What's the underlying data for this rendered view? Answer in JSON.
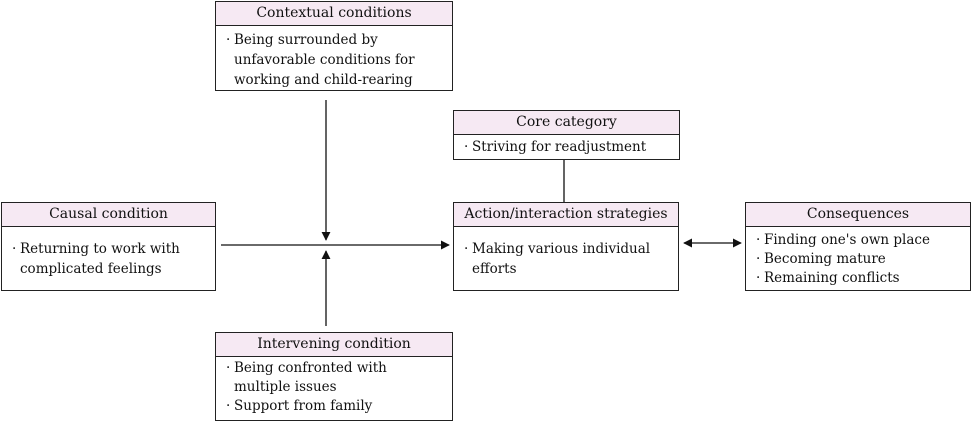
{
  "contextual": {
    "title": "Contextual  conditions",
    "items": [
      {
        "bullet": "·",
        "lines": [
          "Being surrounded by",
          "unfavorable conditions for",
          "working and child-rearing"
        ]
      }
    ]
  },
  "core": {
    "title": "Core  category",
    "items": [
      {
        "bullet": "·",
        "lines": [
          "Striving for readjustment"
        ]
      }
    ]
  },
  "causal": {
    "title": "Causal  condition",
    "items": [
      {
        "bullet": "·",
        "lines": [
          "Returning to work with",
          "complicated feelings"
        ]
      }
    ]
  },
  "action": {
    "title": "Action/interaction  strategies",
    "items": [
      {
        "bullet": "·",
        "lines": [
          "Making various individual",
          "efforts"
        ]
      }
    ]
  },
  "consequences": {
    "title": "Consequences",
    "items": [
      {
        "bullet": "·",
        "lines": [
          "Finding one's own place"
        ]
      },
      {
        "bullet": "·",
        "lines": [
          "Becoming mature"
        ]
      },
      {
        "bullet": "·",
        "lines": [
          "Remaining conflicts"
        ]
      }
    ]
  },
  "intervening": {
    "title": "Intervening  condition",
    "items": [
      {
        "bullet": "·",
        "lines": [
          "Being confronted with",
          "multiple issues"
        ]
      },
      {
        "bullet": "·",
        "lines": [
          "Support from family"
        ]
      }
    ]
  }
}
